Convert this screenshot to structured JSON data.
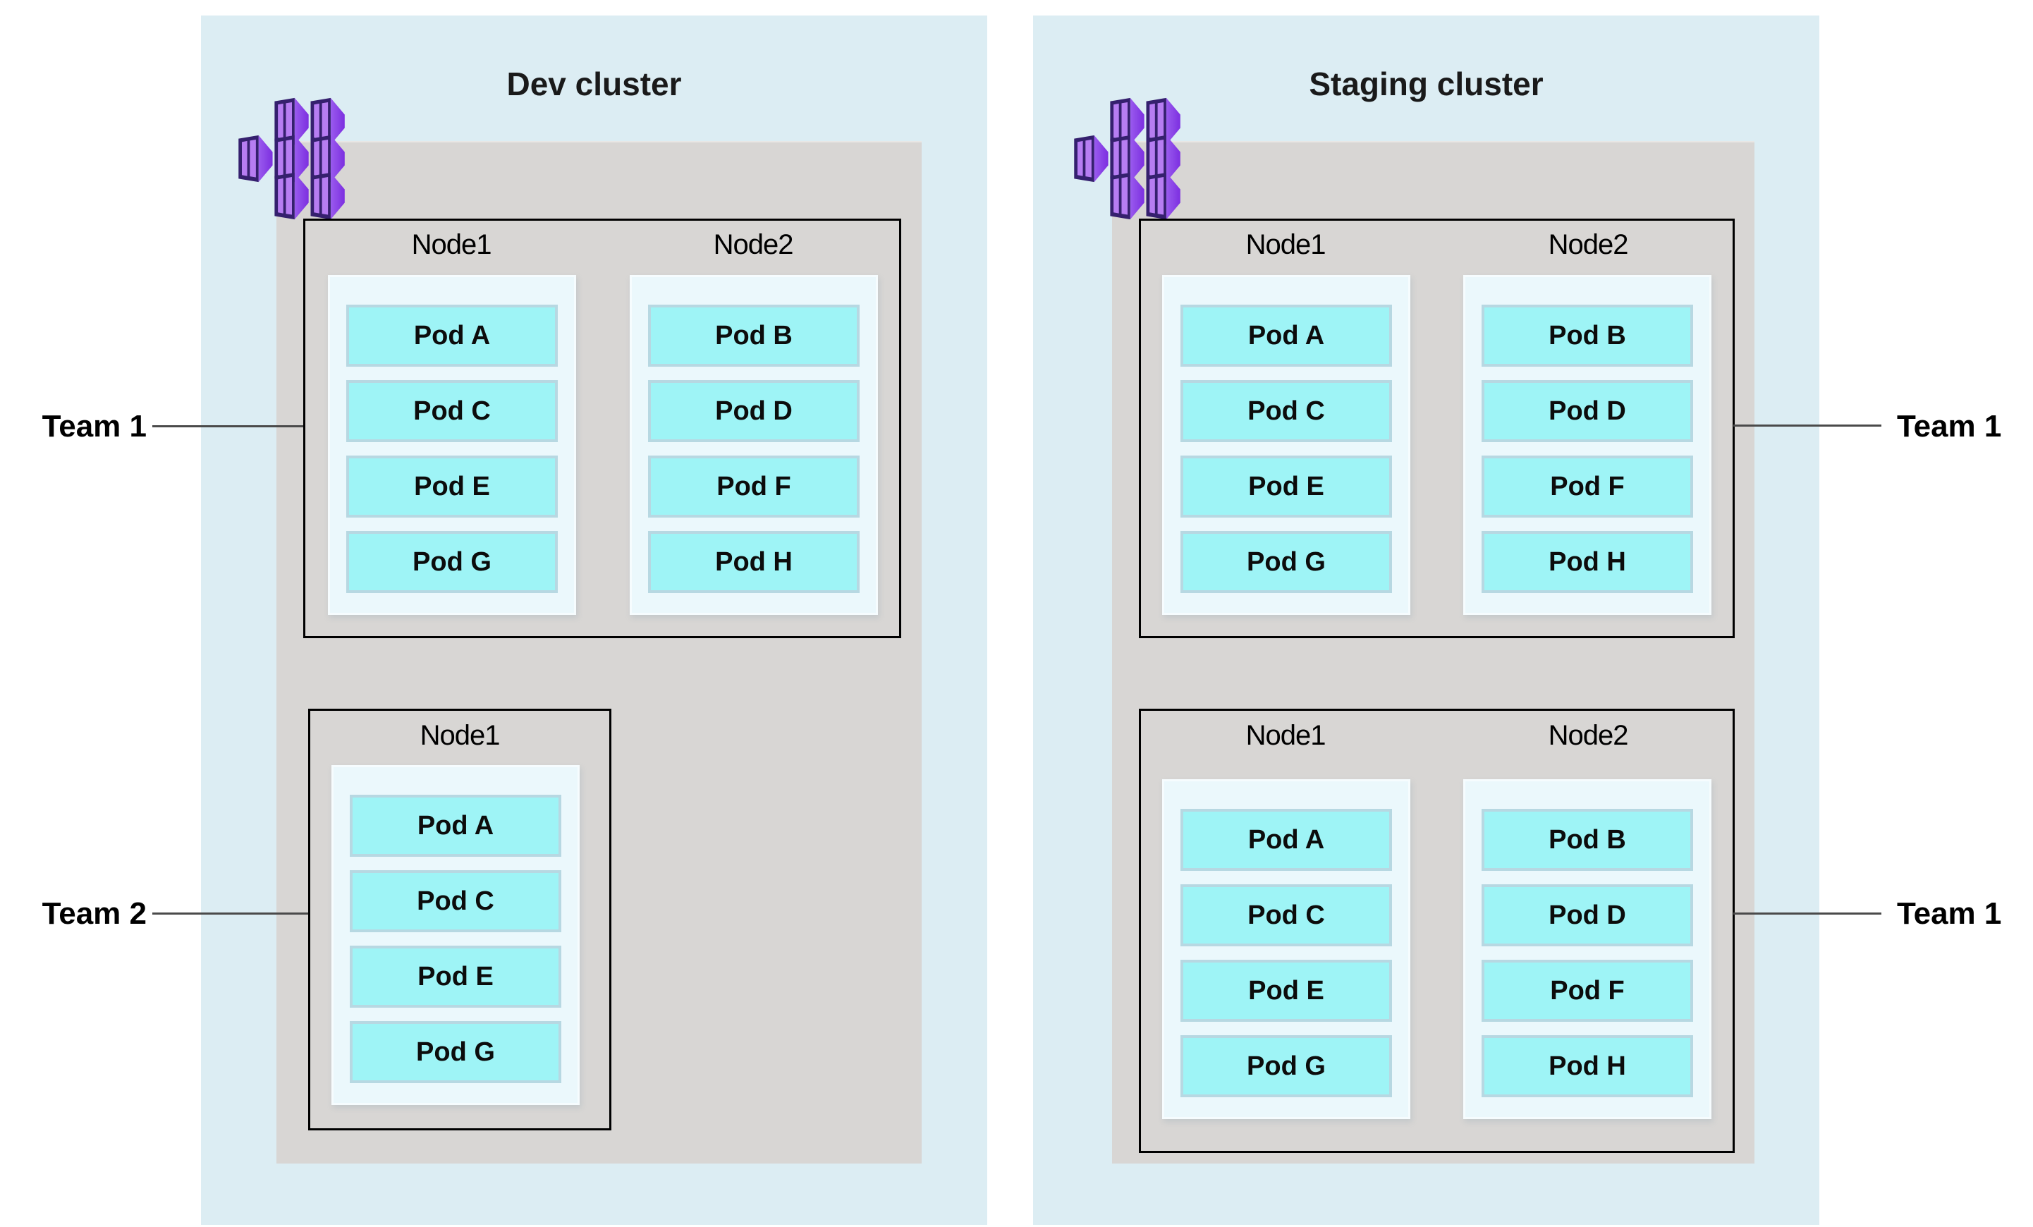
{
  "colors": {
    "cluster_bg": "#DCEDF3",
    "namespace_bg": "#D8D6D4",
    "node_border": "#000000",
    "node_panel_bg": "#EBF8FC",
    "pod_fill": "#9EF4F6",
    "pod_border": "#B7D8E2",
    "connector_line": "#4A4A4A",
    "icon_front_dark": "#35206E",
    "icon_slat_light": "#B77DF2",
    "icon_side_purple": "#8A4FE0"
  },
  "clusters": [
    {
      "title": "Dev cluster",
      "icon": "containers-cluster-icon",
      "groups": [
        {
          "team": "Team 1",
          "team_side": "left",
          "nodes": [
            {
              "label": "Node1",
              "pods": [
                "Pod A",
                "Pod C",
                "Pod E",
                "Pod G"
              ]
            },
            {
              "label": "Node2",
              "pods": [
                "Pod B",
                "Pod D",
                "Pod F",
                "Pod H"
              ]
            }
          ]
        },
        {
          "team": "Team 2",
          "team_side": "left",
          "nodes": [
            {
              "label": "Node1",
              "pods": [
                "Pod A",
                "Pod C",
                "Pod E",
                "Pod G"
              ]
            }
          ]
        }
      ]
    },
    {
      "title": "Staging cluster",
      "icon": "containers-cluster-icon",
      "groups": [
        {
          "team": "Team 1",
          "team_side": "right",
          "nodes": [
            {
              "label": "Node1",
              "pods": [
                "Pod A",
                "Pod C",
                "Pod E",
                "Pod G"
              ]
            },
            {
              "label": "Node2",
              "pods": [
                "Pod B",
                "Pod D",
                "Pod F",
                "Pod H"
              ]
            }
          ]
        },
        {
          "team": "Team 1",
          "team_side": "right",
          "nodes": [
            {
              "label": "Node1",
              "pods": [
                "Pod A",
                "Pod C",
                "Pod E",
                "Pod G"
              ]
            },
            {
              "label": "Node2",
              "pods": [
                "Pod B",
                "Pod D",
                "Pod F",
                "Pod H"
              ]
            }
          ]
        }
      ]
    }
  ]
}
